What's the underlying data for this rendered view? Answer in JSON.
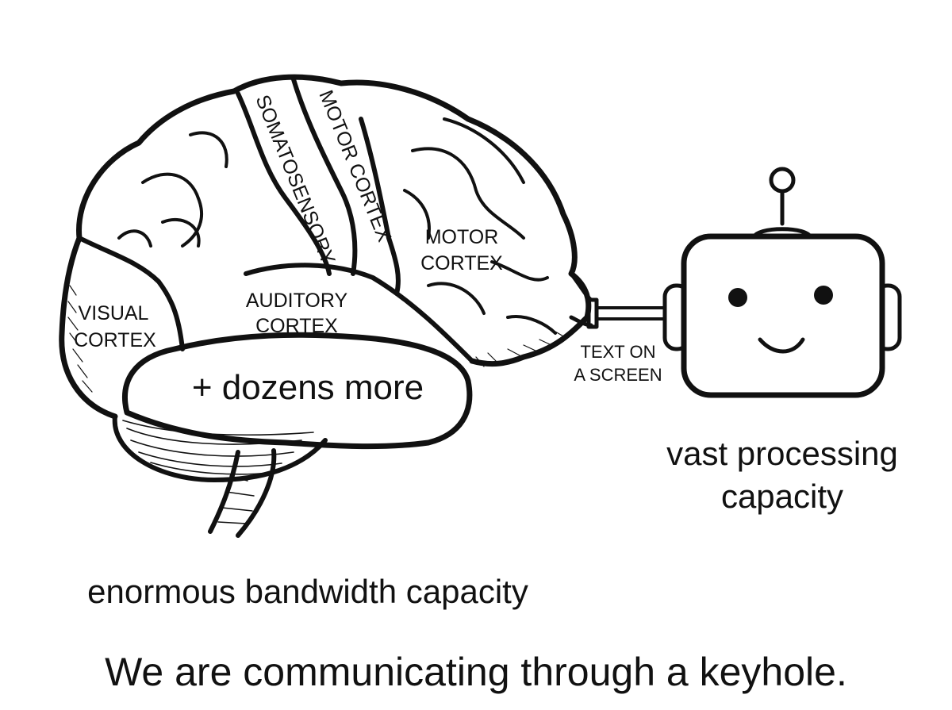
{
  "brain": {
    "regions": {
      "somatosensory": "SOMATOSENSORY",
      "motor_cortex_rotated": "MOTOR CORTEX",
      "motor_cortex_line1": "MOTOR",
      "motor_cortex_line2": "CORTEX",
      "auditory_line1": "AUDITORY",
      "auditory_line2": "CORTEX",
      "visual_line1": "VISUAL",
      "visual_line2": "CORTEX",
      "more": "+ dozens more"
    },
    "capacity_label": "enormous bandwidth capacity"
  },
  "connector": {
    "label_line1": "TEXT ON",
    "label_line2": "A SCREEN"
  },
  "robot": {
    "capacity_line1": "vast processing",
    "capacity_line2": "capacity"
  },
  "caption": "We are communicating through a keyhole.",
  "colors": {
    "ink": "#111111",
    "background": "#ffffff"
  }
}
